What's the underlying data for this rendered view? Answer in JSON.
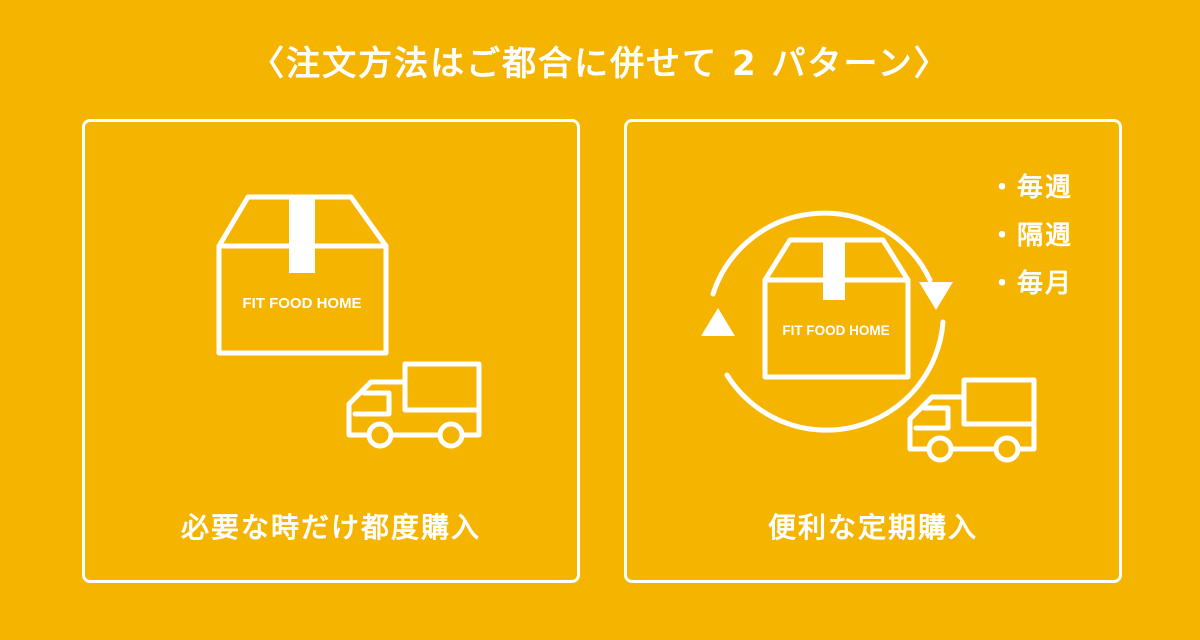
{
  "heading": "〈注文方法はご都合に併せて 2 パターン〉",
  "colors": {
    "background": "#F5B400",
    "foreground": "#FFFFFF"
  },
  "left_panel": {
    "box_label": "FIT FOOD HOME",
    "caption": "必要な時だけ都度購入",
    "icons": [
      "cardboard-box-icon",
      "delivery-truck-icon"
    ]
  },
  "right_panel": {
    "box_label": "FIT FOOD HOME",
    "caption": "便利な定期購入",
    "frequency_options": [
      "・毎週",
      "・隔週",
      "・毎月"
    ],
    "icons": [
      "cycle-arrows-icon",
      "cardboard-box-icon",
      "delivery-truck-icon"
    ]
  }
}
